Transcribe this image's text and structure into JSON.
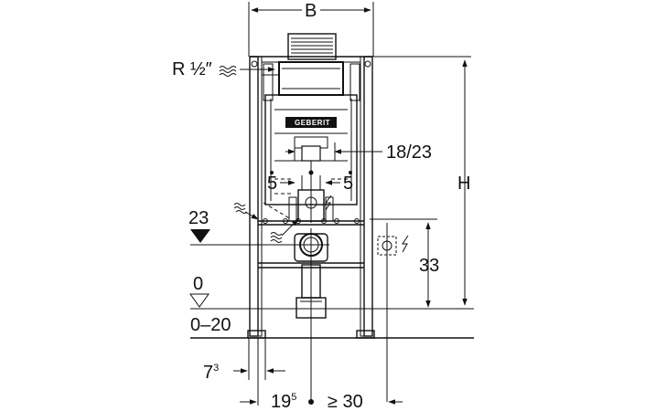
{
  "diagram": {
    "labels": {
      "width_b": "B",
      "height_h": "H",
      "water_supply": "R ½″",
      "dim_18_23": "18/23",
      "dim_5_left": "5",
      "dim_5_right": "5",
      "dim_23": "23",
      "dim_33": "33",
      "floor_level": "0",
      "floor_range": "0–20",
      "dim_7": "7",
      "dim_7_sup": "3",
      "dim_19": "19",
      "dim_19_sup": "5",
      "dim_30": "≥ 30"
    },
    "brand_text": "GEBERIT",
    "icons": [
      "water-supply-wave-icon",
      "water-flow-icon",
      "electrical-socket-icon",
      "lightning-icon",
      "floor-level-triangle-icon",
      "height-marker-triangle-icon"
    ]
  }
}
